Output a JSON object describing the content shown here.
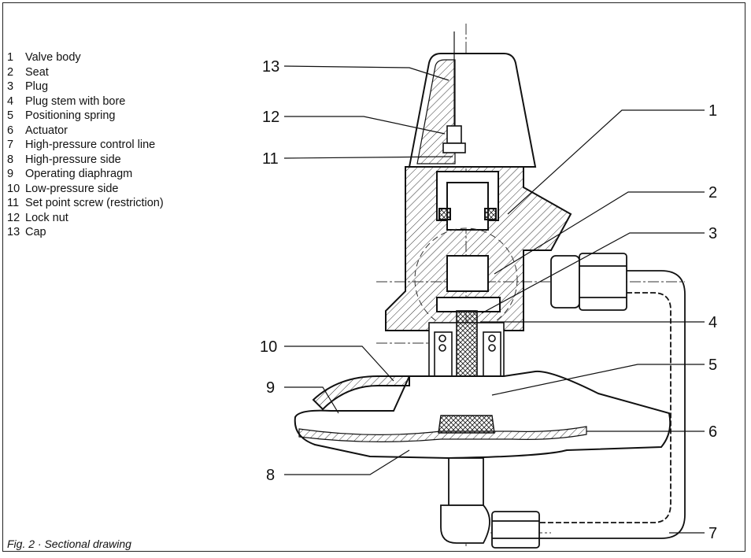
{
  "legend": [
    {
      "num": "1",
      "label": "Valve body"
    },
    {
      "num": "2",
      "label": "Seat"
    },
    {
      "num": "3",
      "label": "Plug"
    },
    {
      "num": "4",
      "label": "Plug stem with bore"
    },
    {
      "num": "5",
      "label": "Positioning spring"
    },
    {
      "num": "6",
      "label": "Actuator"
    },
    {
      "num": "7",
      "label": "High-pressure control line"
    },
    {
      "num": "8",
      "label": "High-pressure side"
    },
    {
      "num": "9",
      "label": "Operating diaphragm"
    },
    {
      "num": "10",
      "label": "Low-pressure side"
    },
    {
      "num": "11",
      "label": "Set point screw (restriction)"
    },
    {
      "num": "12",
      "label": "Lock nut"
    },
    {
      "num": "13",
      "label": "Cap"
    }
  ],
  "callouts": {
    "c1": "1",
    "c2": "2",
    "c3": "3",
    "c4": "4",
    "c5": "5",
    "c6": "6",
    "c7": "7",
    "c8": "8",
    "c9": "9",
    "c10": "10",
    "c11": "11",
    "c12": "12",
    "c13": "13"
  },
  "caption": "Fig. 2 · Sectional drawing"
}
